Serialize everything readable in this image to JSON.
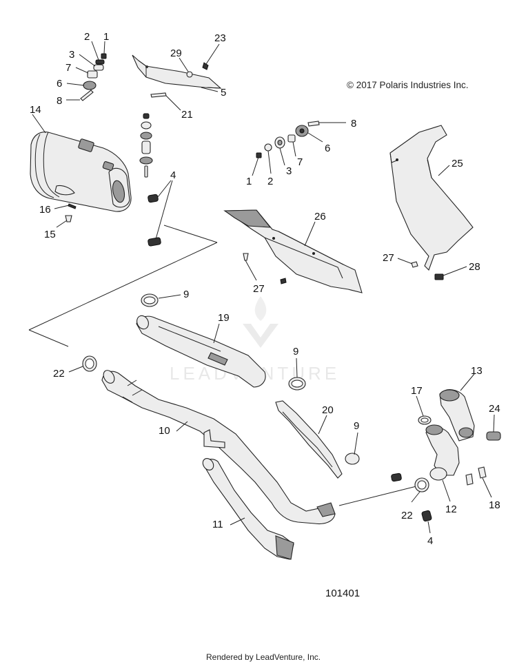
{
  "copyright": "© 2017 Polaris Industries Inc.",
  "diagram_number": "101401",
  "footer": "Rendered by LeadVenture, Inc.",
  "watermark": "LEADVENTURE",
  "callouts": {
    "c1a": "1",
    "c2a": "2",
    "c3a": "3",
    "c7a": "7",
    "c6a": "6",
    "c8a": "8",
    "c29": "29",
    "c23": "23",
    "c5": "5",
    "c21": "21",
    "c14": "14",
    "c4a": "4",
    "c16": "16",
    "c15": "15",
    "c8b": "8",
    "c6b": "6",
    "c7b": "7",
    "c3b": "3",
    "c2b": "2",
    "c1b": "1",
    "c25": "25",
    "c26": "26",
    "c27a": "27",
    "c28": "28",
    "c27b": "27",
    "c9a": "9",
    "c19": "19",
    "c9b": "9",
    "c22a": "22",
    "c10": "10",
    "c20": "20",
    "c9c": "9",
    "c13": "13",
    "c17": "17",
    "c24": "24",
    "c11": "11",
    "c22b": "22",
    "c12": "12",
    "c18": "18",
    "c4b": "4"
  }
}
